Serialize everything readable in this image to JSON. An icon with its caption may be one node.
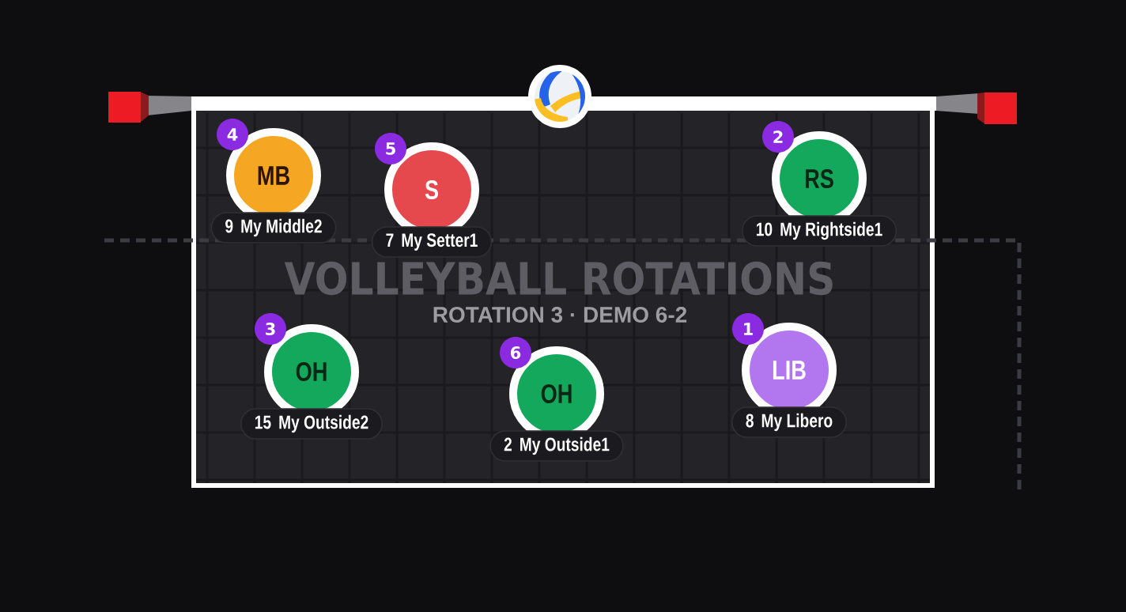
{
  "diagram": {
    "title": "VOLLEYBALL ROTATIONS",
    "nodes": [
      {
        "text": [
          "4"
        ]
      },
      {
        "text": [
          "MB"
        ]
      },
      {
        "text": [
          "9",
          "My Middle2"
        ]
      },
      {
        "text": [
          "5"
        ]
      },
      {
        "text": [
          "S"
        ]
      },
      {
        "text": [
          "7",
          "My Setter1"
        ]
      },
      {
        "text": [
          "2"
        ]
      },
      {
        "text": [
          "RS"
        ]
      },
      {
        "text": [
          "10",
          "My Rightside1"
        ]
      },
      {
        "text": [
          "3"
        ]
      },
      {
        "text": [
          "OH"
        ]
      },
      {
        "text": [
          "15",
          "My Outside2"
        ]
      },
      {
        "text": [
          "6"
        ]
      },
      {
        "text": [
          "OH"
        ]
      },
      {
        "text": [
          "2",
          "My Outside1"
        ]
      },
      {
        "text": [
          "1"
        ]
      },
      {
        "text": [
          "LIB"
        ]
      },
      {
        "text": [
          "8",
          "My Libero"
        ]
      }
    ],
    "labels": [
      "ROTATION 3 · DEMO 6-2"
    ]
  }
}
